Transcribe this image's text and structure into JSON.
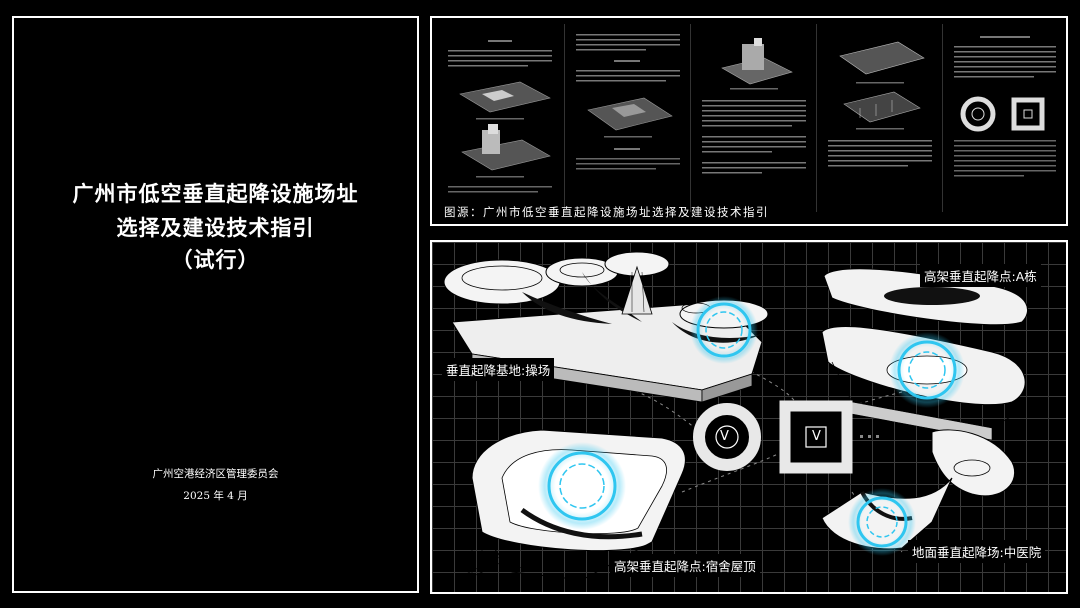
{
  "cover": {
    "title_line1": "广州市低空垂直起降设施场址",
    "title_line2": "选择及建设技术指引",
    "title_line3": "（试行）",
    "issuer": "广州空港经济区管理委员会",
    "date": "2025 年 4 月"
  },
  "docs": {
    "caption": "图源：广州市低空垂直起降设施场址选择及建设技术指引"
  },
  "diagram": {
    "labels": {
      "playground": "垂直起降基地:操场",
      "building_a": "高架垂直起降点:A栋",
      "dorm_roof": "高架垂直起降点:宿舍屋顶",
      "hospital": "地面垂直起降场:中医院"
    },
    "symbol_letter": "V",
    "accent_color": "#2fc6f0"
  }
}
